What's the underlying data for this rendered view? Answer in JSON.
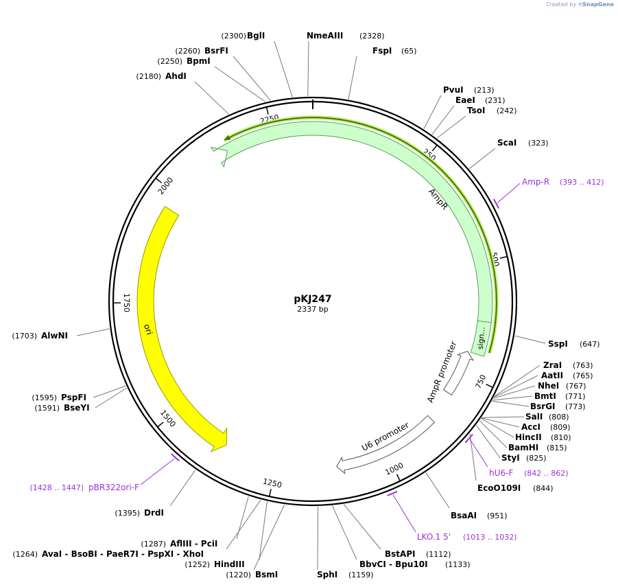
{
  "credit": {
    "prefix": "Created by",
    "brand": "SnapGene"
  },
  "plasmid": {
    "name": "pKJ247",
    "length_label": "2337 bp"
  },
  "ticks": [
    "250",
    "500",
    "750",
    "1000",
    "1250",
    "1500",
    "1750",
    "2000",
    "2250"
  ],
  "features": {
    "ampr": "AmpR",
    "signal": "sign...",
    "ampr_promoter": "AmpR promoter",
    "u6_promoter": "U6 promoter",
    "ori": "ori"
  },
  "enzymes": [
    {
      "name": "BglI",
      "pos": "(2300)"
    },
    {
      "name": "NmeAIII",
      "pos": "(2328)"
    },
    {
      "name": "FspI",
      "pos": "(65)"
    },
    {
      "name": "BsrFI",
      "pos": "(2260)"
    },
    {
      "name": "BpmI",
      "pos": "(2250)"
    },
    {
      "name": "AhdI",
      "pos": "(2180)"
    },
    {
      "name": "PvuI",
      "pos": "(213)"
    },
    {
      "name": "EaeI",
      "pos": "(231)"
    },
    {
      "name": "TsoI",
      "pos": "(242)"
    },
    {
      "name": "ScaI",
      "pos": "(323)"
    },
    {
      "name": "SspI",
      "pos": "(647)"
    },
    {
      "name": "ZraI",
      "pos": "(763)"
    },
    {
      "name": "AatII",
      "pos": "(765)"
    },
    {
      "name": "NheI",
      "pos": "(767)"
    },
    {
      "name": "BmtI",
      "pos": "(771)"
    },
    {
      "name": "BsrGI",
      "pos": "(773)"
    },
    {
      "name": "SalI",
      "pos": "(808)"
    },
    {
      "name": "AccI",
      "pos": "(809)"
    },
    {
      "name": "HincII",
      "pos": "(810)"
    },
    {
      "name": "BamHI",
      "pos": "(815)"
    },
    {
      "name": "StyI",
      "pos": "(825)"
    },
    {
      "name": "EcoO109I",
      "pos": "(844)"
    },
    {
      "name": "BsaAI",
      "pos": "(951)"
    },
    {
      "name": "AlwNI",
      "pos": "(1703)"
    },
    {
      "name": "PspFI",
      "pos": "(1595)"
    },
    {
      "name": "BseYI",
      "pos": "(1591)"
    },
    {
      "name": "DrdI",
      "pos": "(1395)"
    },
    {
      "name": "BstAPI",
      "pos": "(1112)"
    },
    {
      "name": "BbvCI - Bpu10I",
      "pos": "(1133)"
    },
    {
      "name": "SphI",
      "pos": "(1159)"
    },
    {
      "name": "BsmI",
      "pos": "(1220)"
    },
    {
      "name": "HindIII",
      "pos": "(1252)"
    },
    {
      "name": "AflIII - PciI",
      "pos": "(1287)"
    },
    {
      "name": "AvaI - BsoBI - PaeR7I - PspXI - XhoI",
      "pos": "(1264)"
    }
  ],
  "primers": [
    {
      "name": "Amp-R",
      "range": "(393 .. 412)"
    },
    {
      "name": "hU6-F",
      "range": "(842 .. 862)"
    },
    {
      "name": "LKO.1 5'",
      "range": "(1013 .. 1032)"
    },
    {
      "name": "pBR322ori-F",
      "range": "(1428 .. 1447)"
    }
  ],
  "colors": {
    "ampr_fill": "#ccffcc",
    "ampr_stroke": "#5e9a5e",
    "ori_fill": "#ffff00",
    "promoter_fill": "#ffffff",
    "primer": "#9b30d9",
    "orf_line": "#3a7a00",
    "orf_glow": "#c8f07a"
  }
}
